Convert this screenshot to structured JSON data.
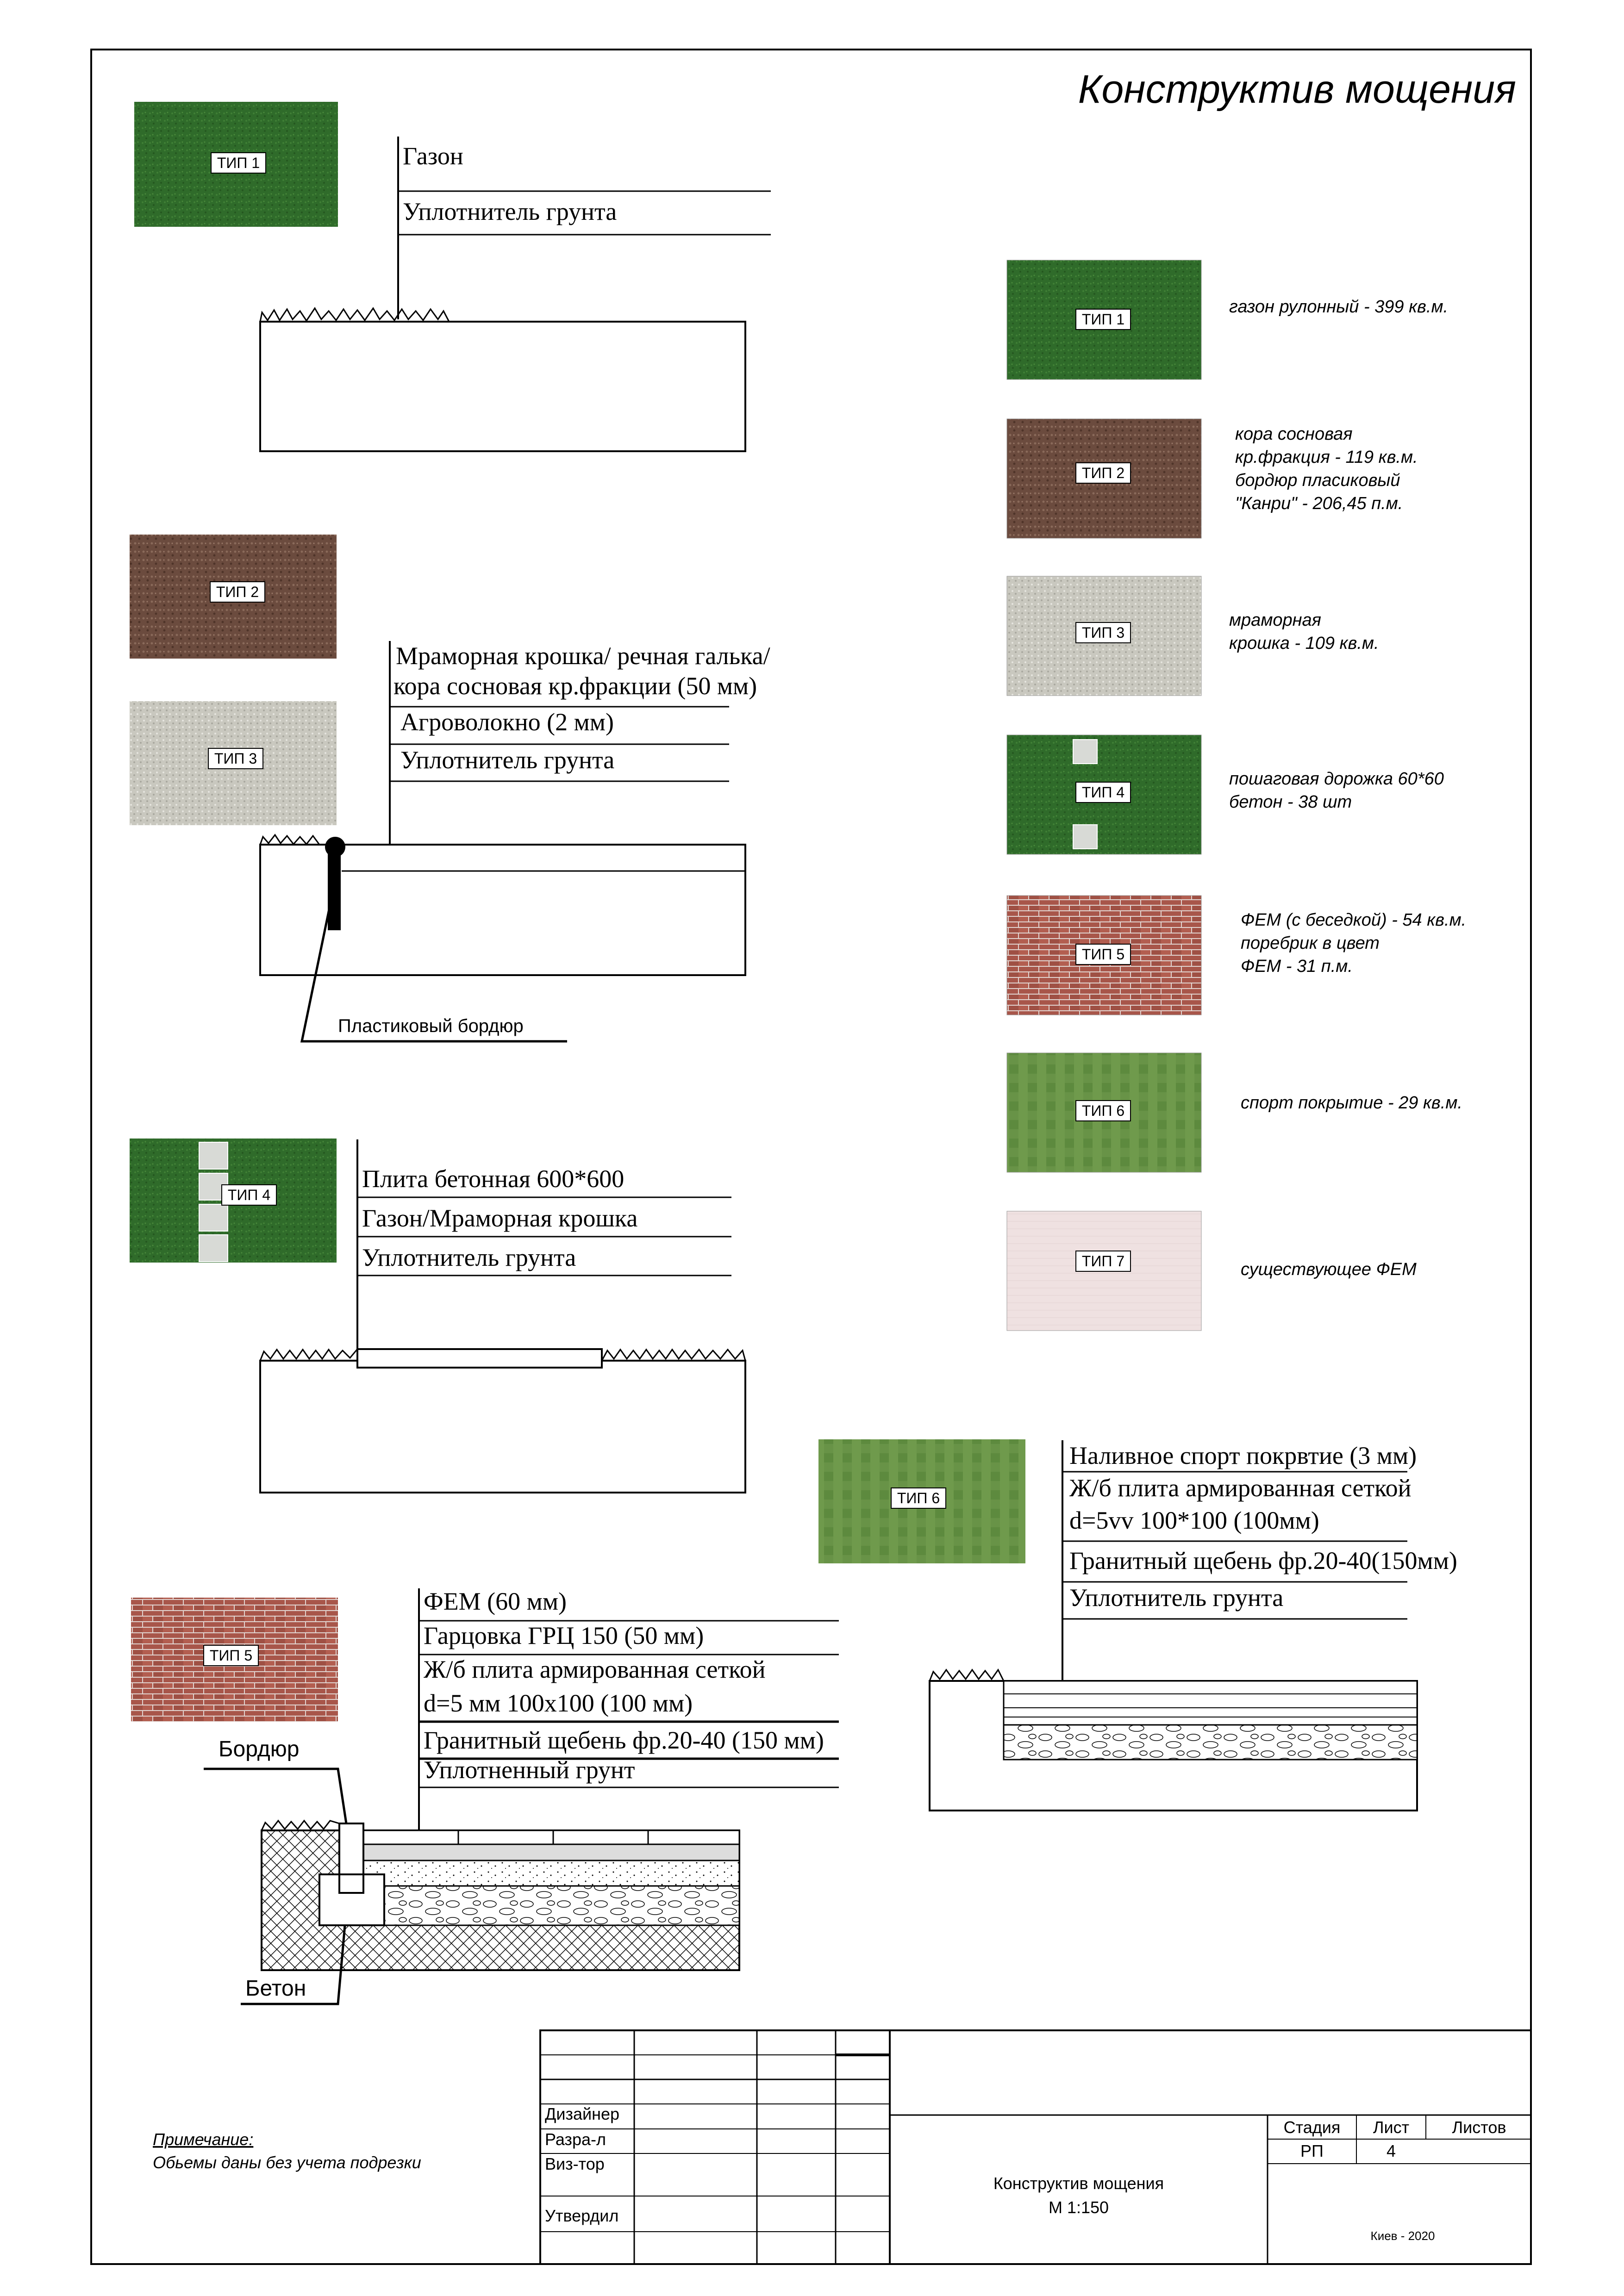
{
  "title": "Конструктив мощения",
  "legend": [
    {
      "code": "ТИП 1",
      "lines": [
        "газон рулонный - 399 кв.м."
      ]
    },
    {
      "code": "ТИП 2",
      "lines": [
        "кора сосновая",
        "кр.фракция - 119  кв.м.",
        "бордюр пласиковый",
        "\"Канри\" -  206,45 п.м."
      ]
    },
    {
      "code": "ТИП 3",
      "lines": [
        "мраморная",
        "крошка - 109 кв.м."
      ]
    },
    {
      "code": "ТИП 4",
      "lines": [
        "пошаговая дорожка 60*60",
        "бетон - 38 шт"
      ]
    },
    {
      "code": "ТИП 5",
      "lines": [
        "ФЕМ (с беседкой) - 54 кв.м.",
        "поребрик в цвет",
        "ФЕМ -  31 п.м."
      ]
    },
    {
      "code": "ТИП 6",
      "lines": [
        "спорт покрытие - 29 кв.м."
      ]
    },
    {
      "code": "ТИП 7",
      "lines": [
        "существующее ФЕМ"
      ]
    }
  ],
  "sections": {
    "s1": {
      "code": "ТИП 1",
      "layers": [
        "Газон",
        "Уплотнитель грунта"
      ]
    },
    "s2": {
      "code2": "ТИП 2",
      "code3": "ТИП 3",
      "layers": [
        "Мраморная крошка/ речная галька/",
        "кора сосновая кр.фракции (50 мм)",
        "Агроволокно (2 мм)",
        "Уплотнитель грунта"
      ],
      "callout": "Пластиковый бордюр"
    },
    "s4": {
      "code": "ТИП 4",
      "layers": [
        "Плита бетонная 600*600",
        "Газон/Мраморная крошка",
        "Уплотнитель грунта"
      ]
    },
    "s5": {
      "code": "ТИП 5",
      "layers": [
        "ФЕМ (60 мм)",
        "Гарцовка ГРЦ 150 (50 мм)",
        "Ж/б плита армированная сеткой",
        "d=5 мм 100х100 (100 мм)",
        "Гранитный щебень фр.20-40 (150 мм)",
        "Уплотненный грунт"
      ],
      "callout_top": "Бордюр",
      "callout_bottom": "Бетон"
    },
    "s6": {
      "code": "ТИП 6",
      "layers": [
        "Наливное спорт покрвтие (3 мм)",
        "Ж/б плита армированная сеткой",
        "d=5vv 100*100 (100мм)",
        "Гранитный щебень фр.20-40(150мм)",
        "Уплотнитель грунта"
      ]
    }
  },
  "note": {
    "heading": "Примечание:",
    "text": "Обьемы даны без учета подрезки"
  },
  "stamp": {
    "roles": [
      "Дизайнер",
      "Разра-л",
      "Виз-тор",
      "Утвердил"
    ],
    "doc_title": "Конструктив мощения",
    "scale": "М 1:150",
    "stage_label": "Стадия",
    "sheet_label": "Лист",
    "sheets_label": "Листов",
    "stage": "РП",
    "sheet": "4",
    "city_year": "Киев - 2020"
  },
  "colors": {
    "grass": "#2f6b2a",
    "bark": "#6b4b3e",
    "marble": "#c9c8bf",
    "brick": "#a8564a",
    "sport": "#5d8a3e",
    "existing": "#efe1e1"
  }
}
